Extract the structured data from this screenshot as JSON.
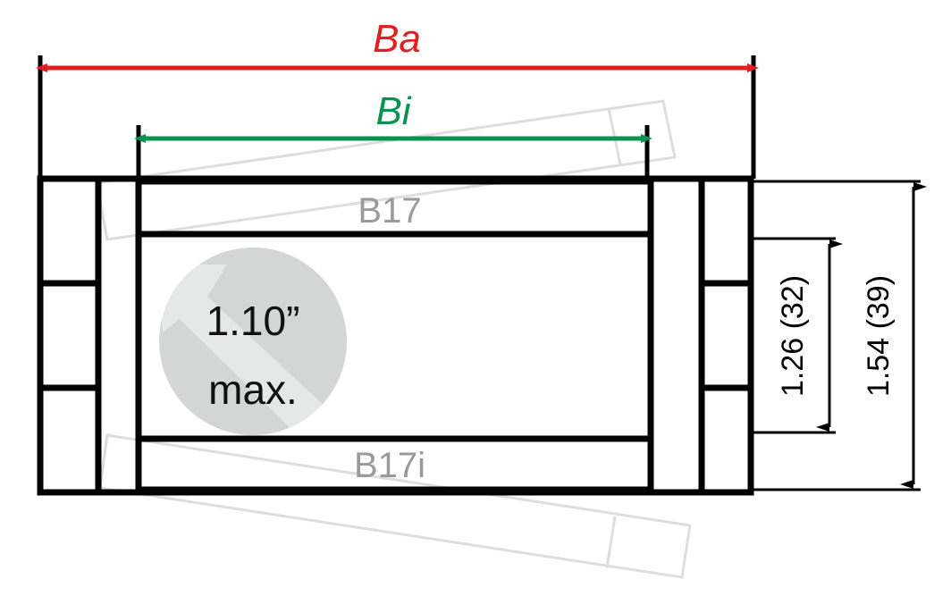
{
  "diagram": {
    "title": "Hitch receiver cross-section dimension drawing",
    "background_color": "#ffffff",
    "colors": {
      "outline": "#000000",
      "ghost": "#d8d8d8",
      "ba_accent": "#e02020",
      "bi_accent": "#0a9350",
      "gray_text": "#9a9a9a",
      "circle_fill": "#d4d6d6",
      "circle_arrow": "#e6e8e8"
    },
    "dimensions": {
      "ba": {
        "label": "Ba",
        "color": "#e02020",
        "orientation": "horizontal",
        "position": "top-outer"
      },
      "bi": {
        "label": "Bi",
        "color": "#0a9350",
        "orientation": "horizontal",
        "position": "top-inner"
      },
      "height_inner": {
        "label": "1.26 (32)",
        "orientation": "vertical",
        "position": "right-inner",
        "inches": "1.26",
        "millimeters": "32"
      },
      "height_outer": {
        "label": "1.54 (39)",
        "orientation": "vertical",
        "position": "right-outer",
        "inches": "1.54",
        "millimeters": "39"
      }
    },
    "part_labels": {
      "top_band": "B17",
      "bottom_band": "B17i"
    },
    "callout": {
      "line1": "1.10”",
      "line2": "max.",
      "shape": "circle",
      "icon": "arrow-up-left-icon"
    }
  }
}
